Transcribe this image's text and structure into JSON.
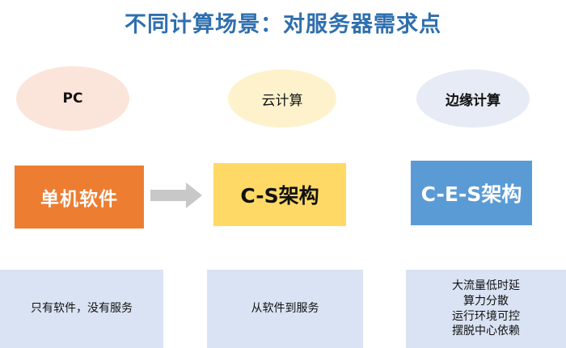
{
  "title": "不同计算场景：对服务器需求点",
  "scenarios": [
    {
      "ellipse_label": "PC",
      "ellipse_color": "#fbe5da",
      "box_label": "单机软件",
      "box_color": "#ed7d31",
      "panel_lines": [
        "只有软件，没有服务"
      ]
    },
    {
      "ellipse_label": "云计算",
      "ellipse_color": "#fdf2cc",
      "box_label": "C-S架构",
      "box_color": "#ffd966",
      "panel_lines": [
        "从软件到服务"
      ]
    },
    {
      "ellipse_label": "边缘计算",
      "ellipse_color": "#e6ebf5",
      "box_label": "C-E-S架构",
      "box_color": "#5b9bd5",
      "panel_lines": [
        "大流量低时延",
        "算力分散",
        "运行环境可控",
        "摆脱中心依赖"
      ]
    }
  ],
  "arrow_icon": "right-arrow-icon",
  "panel_color": "#dae3f3",
  "title_color": "#2f6fae"
}
